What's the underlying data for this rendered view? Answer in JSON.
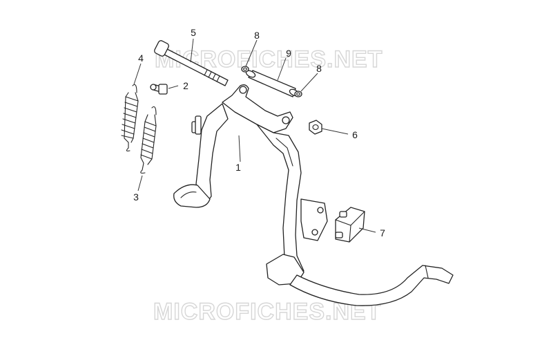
{
  "watermark": {
    "text": "MICROFICHES.NET"
  },
  "callouts": [
    {
      "id": "1",
      "label": "1"
    },
    {
      "id": "2",
      "label": "2"
    },
    {
      "id": "3",
      "label": "3"
    },
    {
      "id": "4",
      "label": "4"
    },
    {
      "id": "5",
      "label": "5"
    },
    {
      "id": "6",
      "label": "6"
    },
    {
      "id": "7",
      "label": "7"
    },
    {
      "id": "8a",
      "label": "8"
    },
    {
      "id": "8b",
      "label": "8"
    },
    {
      "id": "9",
      "label": "9"
    }
  ]
}
